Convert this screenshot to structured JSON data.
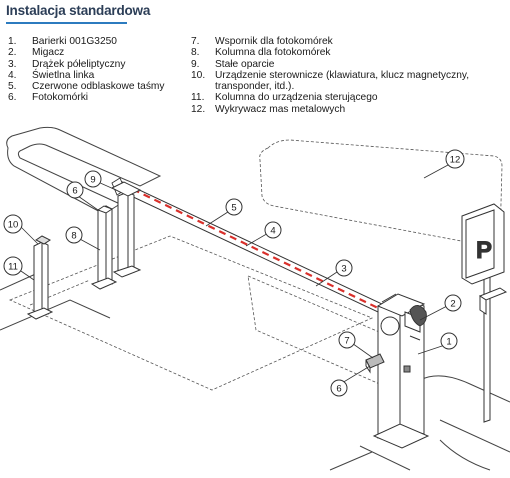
{
  "title": "Instalacja standardowa",
  "legend_left": [
    {
      "num": "1.",
      "text": "Barierki 001G3250"
    },
    {
      "num": "2.",
      "text": "Migacz"
    },
    {
      "num": "3.",
      "text": "Drążek półeliptyczny"
    },
    {
      "num": "4.",
      "text": "Świetlna linka"
    },
    {
      "num": "5.",
      "text": "Czerwone odblaskowe taśmy"
    },
    {
      "num": "6.",
      "text": "Fotokomórki"
    }
  ],
  "legend_right": [
    {
      "num": "7.",
      "text": "Wspornik dla fotokomórek"
    },
    {
      "num": "8.",
      "text": "Kolumna dla fotokomórek"
    },
    {
      "num": "9.",
      "text": "Stałe oparcie"
    },
    {
      "num": "10.",
      "text": "Urządzenie sterownicze (klawiatura, klucz magnetyczny, transponder, itd.)."
    },
    {
      "num": "11.",
      "text": "Kolumna do urządzenia sterującego"
    },
    {
      "num": "12.",
      "text": "Wykrywacz mas metalowych"
    }
  ],
  "callouts": {
    "c1": "1",
    "c2": "2",
    "c3": "3",
    "c4": "4",
    "c5": "5",
    "c6a": "6",
    "c6b": "6",
    "c7": "7",
    "c8": "8",
    "c9": "9",
    "c10": "10",
    "c11": "11",
    "c12": "12"
  },
  "sign_letter": "P",
  "colors": {
    "title": "#2c3e57",
    "title_rule": "#2c7bbf",
    "stripe": "#d9302b",
    "line": "#333333"
  }
}
